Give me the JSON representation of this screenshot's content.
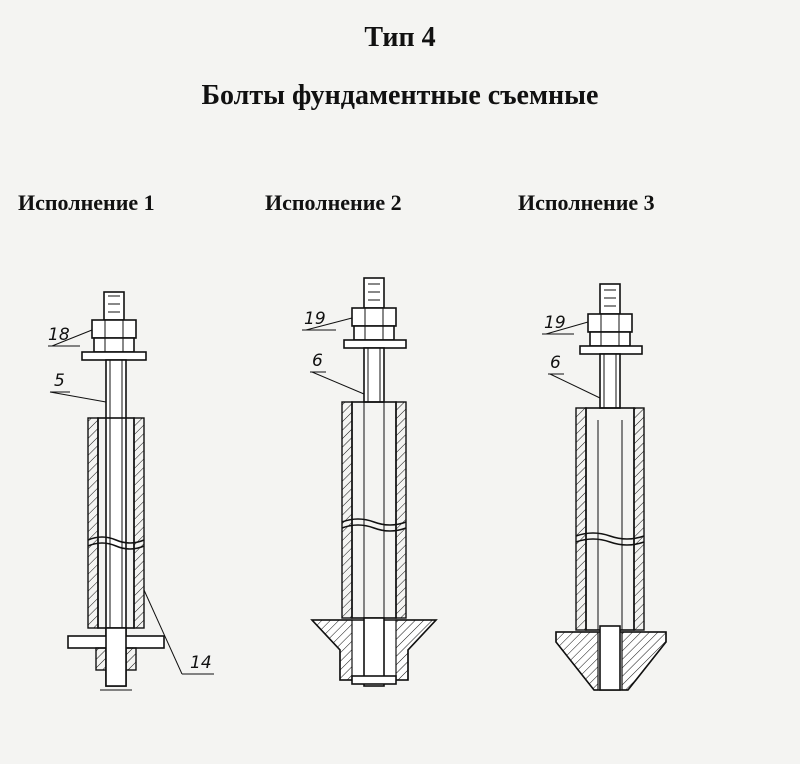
{
  "header": {
    "type_title": "Тип 4",
    "main_title": "Болты фундаментные съемные"
  },
  "variants": [
    {
      "label": "Исполнение 1",
      "callouts": [
        "18",
        "5",
        "14"
      ]
    },
    {
      "label": "Исполнение 2",
      "callouts": [
        "19",
        "6"
      ]
    },
    {
      "label": "Исполнение 3",
      "callouts": [
        "19",
        "6"
      ]
    }
  ]
}
